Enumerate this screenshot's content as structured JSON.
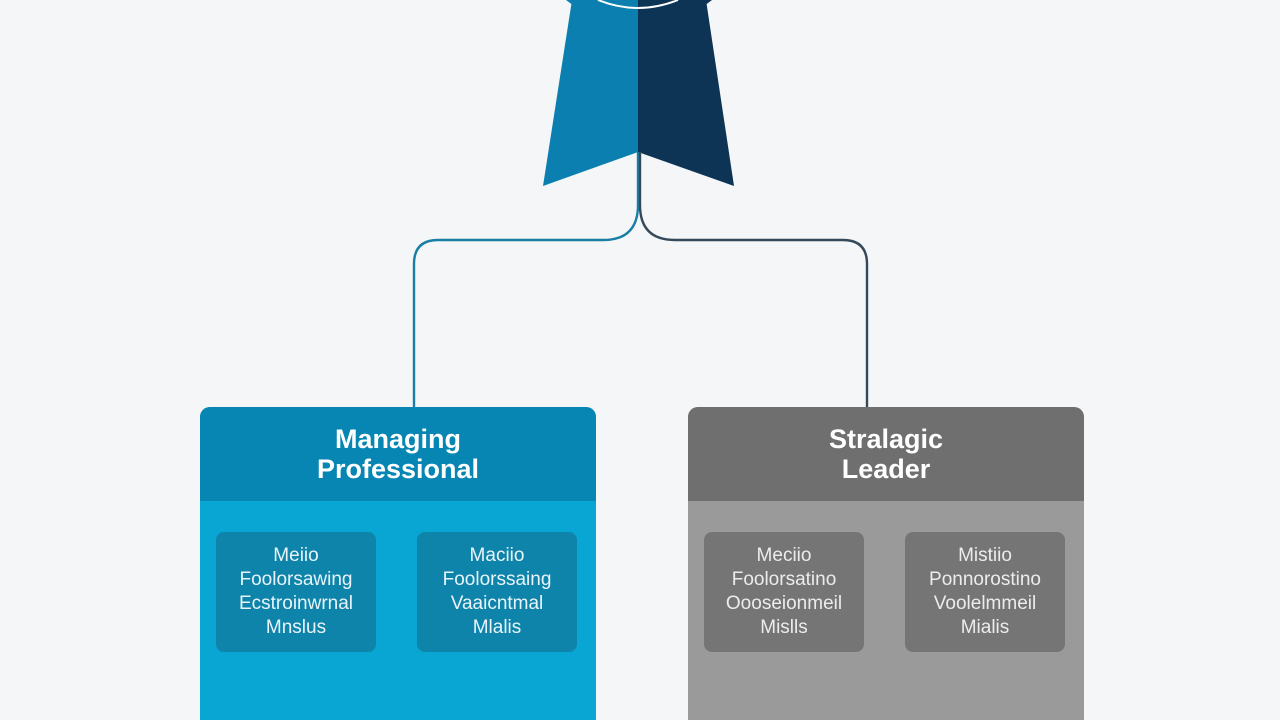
{
  "colors": {
    "background": "#f5f6f7",
    "ribbon_left": "#0b7fb0",
    "ribbon_right": "#0d3454",
    "connector_left": "#1a7fa4",
    "connector_right": "#34495a",
    "column_blue": "#0aa6d3",
    "column_blue_header": "#0786b3",
    "column_gray": "#9a9a9a",
    "column_gray_header": "#6f6f6f"
  },
  "badge": {
    "icon": "award-ribbon-icon"
  },
  "columns": [
    {
      "title_lines": [
        "Managing",
        "Professional"
      ],
      "cards": [
        {
          "lines": [
            "Meiio",
            "Foolorsawing",
            "Ecstroinwrnal",
            "Mnslus"
          ]
        },
        {
          "lines": [
            "Maciio",
            "Foolorssaing",
            "Vaaicntmal",
            "Mlalis"
          ]
        }
      ]
    },
    {
      "title_lines": [
        "Stralagic",
        "Leader"
      ],
      "cards": [
        {
          "lines": [
            "Meciio",
            "Foolorsatino",
            "Oooseionmeil",
            "Mislls"
          ]
        },
        {
          "lines": [
            "Mistiio",
            "Ponnorostino",
            "Voolelmmeil",
            "Mialis"
          ]
        }
      ]
    }
  ]
}
